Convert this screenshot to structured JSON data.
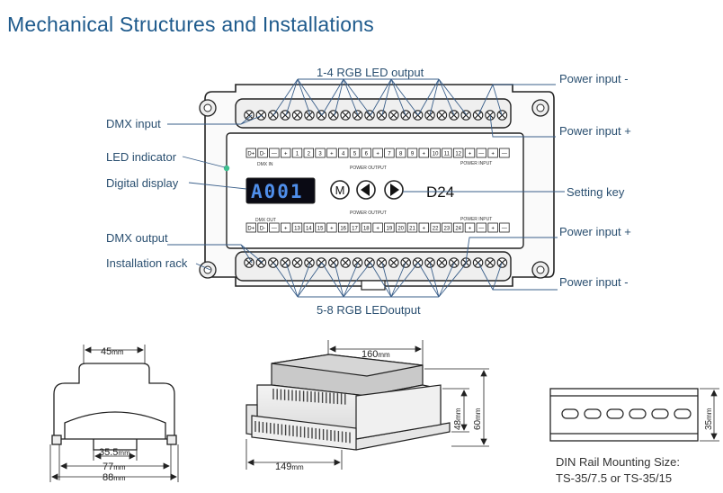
{
  "title": "Mechanical Structures and Installations",
  "callouts": {
    "rgb_top": "1-4 RGB LED output",
    "rgb_bottom": "5-8 RGB LEDoutput",
    "dmx_input": "DMX input",
    "led_indicator": "LED indicator",
    "digital_display": "Digital display",
    "dmx_output": "DMX output",
    "installation_rack": "Installation rack",
    "power_minus_top": "Power input -",
    "power_plus_top": "Power input +",
    "setting_key": "Setting key",
    "power_plus_bottom": "Power input +",
    "power_minus_bottom": "Power input -"
  },
  "device": {
    "display_text": "A001",
    "model": "D24",
    "btn_mode": "M",
    "btn_left": "◀",
    "btn_right": "▶",
    "top_strip": {
      "row": [
        "D+",
        "D-",
        "—",
        "+",
        "1",
        "2",
        "3",
        "+",
        "4",
        "5",
        "6",
        "+",
        "7",
        "8",
        "9",
        "+",
        "10",
        "11",
        "12",
        "+",
        "—",
        "+",
        "—"
      ],
      "labels": {
        "dmx_in": "DMX IN",
        "power_output": "POWER OUTPUT",
        "power_input": "POWER INPUT"
      }
    },
    "bottom_strip": {
      "row": [
        "D+",
        "D-",
        "—",
        "+",
        "13",
        "14",
        "15",
        "+",
        "16",
        "17",
        "18",
        "+",
        "19",
        "20",
        "21",
        "+",
        "22",
        "23",
        "24",
        "+",
        "—",
        "+",
        "—"
      ],
      "labels": {
        "dmx_out": "DMX OUT",
        "power_output": "POWER OUTPUT",
        "power_input": "POWER INPUT"
      }
    }
  },
  "dimensions": {
    "front_top": "45",
    "front_inner": "35.5",
    "front_mid": "77",
    "front_full": "88",
    "iso_top": "160",
    "iso_bottom": "149",
    "iso_h1": "48",
    "iso_h2": "60",
    "rail_h": "35",
    "unit": "mm"
  },
  "rail_caption": {
    "line1": "DIN Rail Mounting Size:",
    "line2": "TS-35/7.5 or TS-35/15"
  }
}
